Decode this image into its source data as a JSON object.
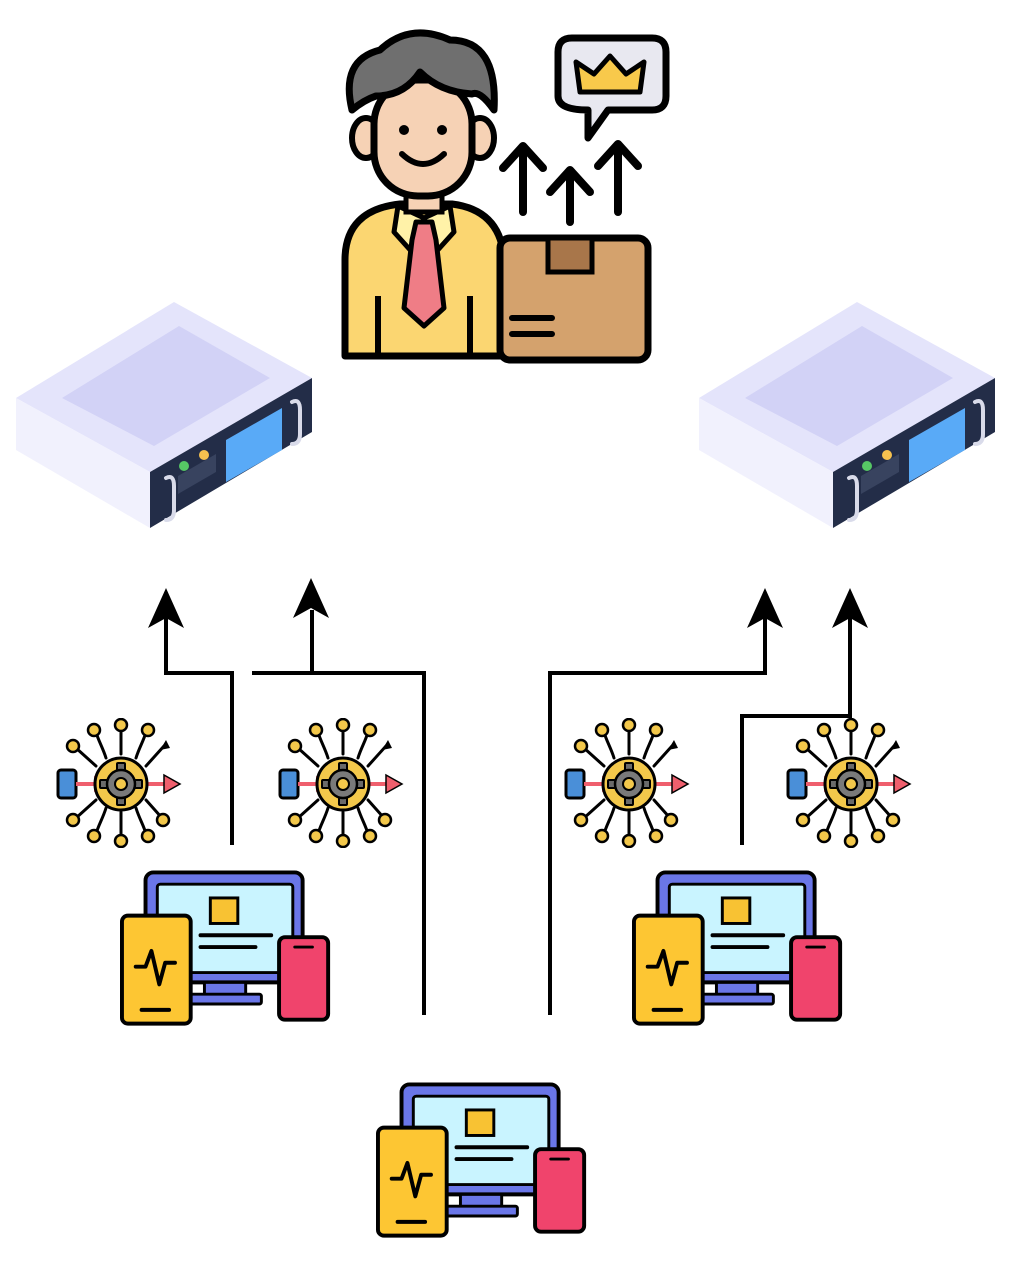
{
  "diagram": {
    "nodes": [
      {
        "id": "provider",
        "role": "business person with product box and crown speech bubble",
        "icon": "businessman-box-crown-icon"
      },
      {
        "id": "server-left",
        "role": "rack server",
        "icon": "rack-server-icon"
      },
      {
        "id": "server-right",
        "role": "rack server",
        "icon": "rack-server-icon"
      },
      {
        "id": "processor-1",
        "role": "processing chip node",
        "icon": "chip-gear-node-icon"
      },
      {
        "id": "processor-2",
        "role": "processing chip node",
        "icon": "chip-gear-node-icon"
      },
      {
        "id": "processor-3",
        "role": "processing chip node",
        "icon": "chip-gear-node-icon"
      },
      {
        "id": "processor-4",
        "role": "processing chip node",
        "icon": "chip-gear-node-icon"
      },
      {
        "id": "devices-left",
        "role": "client device group",
        "icon": "multi-device-icon"
      },
      {
        "id": "devices-right",
        "role": "client device group",
        "icon": "multi-device-icon"
      },
      {
        "id": "devices-bottom",
        "role": "client device group",
        "icon": "multi-device-icon"
      }
    ],
    "edges": [
      {
        "from": "devices-left",
        "to": "server-left"
      },
      {
        "from": "devices-bottom",
        "to": "server-left"
      },
      {
        "from": "devices-bottom",
        "to": "server-right"
      },
      {
        "from": "devices-right",
        "to": "server-right"
      }
    ],
    "colors": {
      "outline": "#000000",
      "shirt": "#fbd671",
      "skin": "#f6d2b5",
      "hair": "#6f6f6f",
      "tie": "#ef7d86",
      "box": "#d4a26d",
      "crown": "#f8c94b",
      "server_top": "#e3e3fb",
      "server_front": "#222d48",
      "server_screen": "#58a9f7",
      "chip_gold": "#f3c84b",
      "chip_blue": "#4a8fd8",
      "chip_arrow": "#ef5f6d",
      "monitor_frame": "#6a76e8",
      "monitor_screen": "#c9f4ff",
      "tablet": "#fdc633",
      "phone": "#f0446c"
    }
  }
}
